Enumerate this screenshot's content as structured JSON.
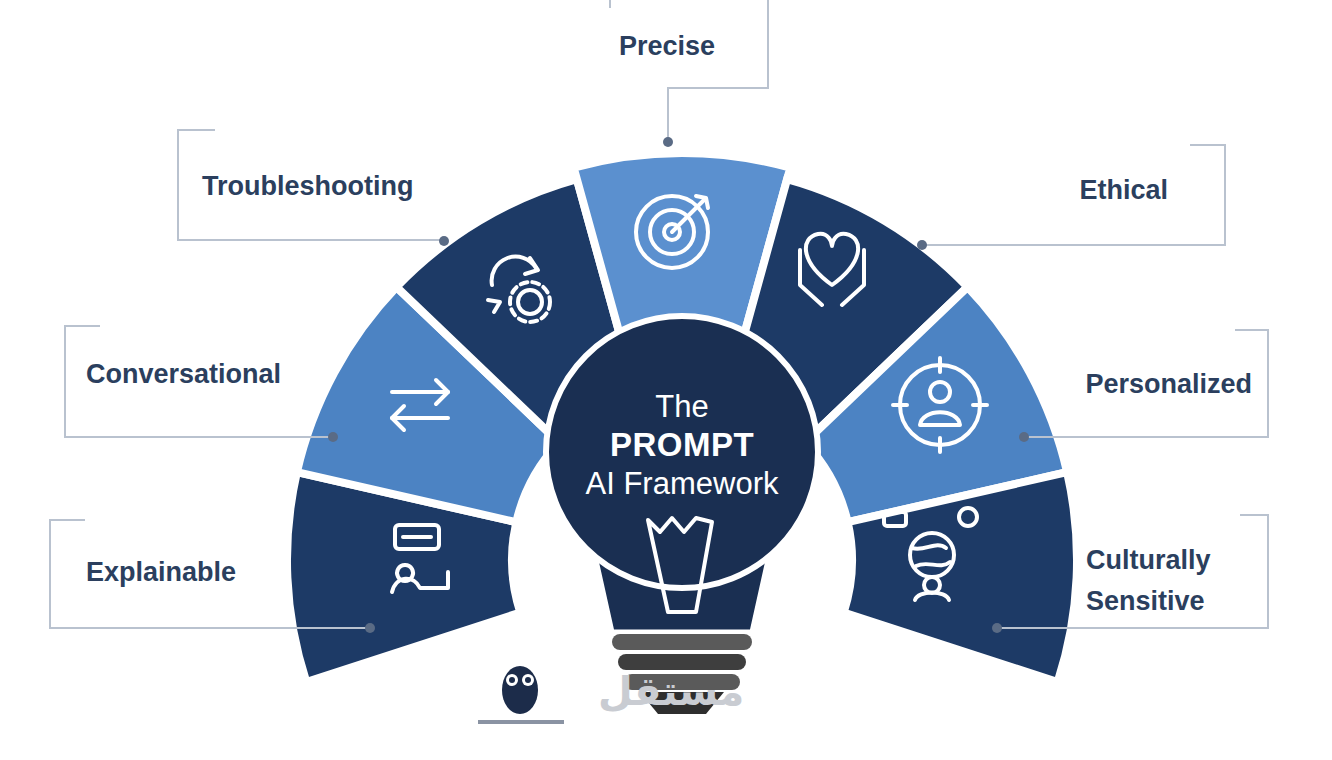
{
  "diagram": {
    "nodes": [
      {
        "text": [
          "Precise"
        ]
      },
      {
        "text": [
          "Troubleshooting"
        ]
      },
      {
        "text": [
          "Ethical"
        ]
      },
      {
        "text": [
          "Conversational"
        ]
      },
      {
        "text": [
          "Personalized"
        ]
      },
      {
        "text": [
          "The",
          "PROMPT",
          "AI Framework"
        ]
      },
      {
        "text": [
          "Explainable"
        ]
      },
      {
        "text": [
          "Culturally Sensitive"
        ]
      }
    ],
    "labels": [
      "مستقل"
    ]
  }
}
